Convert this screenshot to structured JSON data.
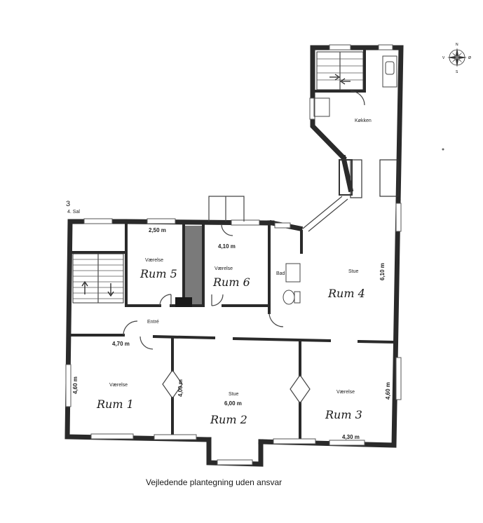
{
  "floor": {
    "number": "3",
    "level": "4. Sal"
  },
  "caption": "Vejledende plantegning uden ansvar",
  "rooms": {
    "kokken": "Køkken",
    "stue_right": "Stue",
    "bad": "Bad",
    "entre": "Entré",
    "vaerelse5": "Værelse",
    "vaerelse6": "Værelse",
    "vaerelse1": "Værelse",
    "stue_main": "Stue",
    "vaerelse3": "Værelse"
  },
  "handwritten": {
    "rum1": "Rum 1",
    "rum2": "Rum 2",
    "rum3": "Rum 3",
    "rum4": "Rum 4",
    "rum5": "Rum 5",
    "rum6": "Rum 6"
  },
  "dimensions": {
    "d250": "2,50 m",
    "d410": "4,10 m",
    "d610": "6,10 m",
    "d470": "4,70 m",
    "d460a": "4,60 m",
    "d400": "4,00 m",
    "d600": "6,00 m",
    "d460b": "4,60 m",
    "d430": "4,30 m"
  },
  "compass": {
    "n": "N",
    "s": "S",
    "e": "Ø",
    "w": "V"
  }
}
